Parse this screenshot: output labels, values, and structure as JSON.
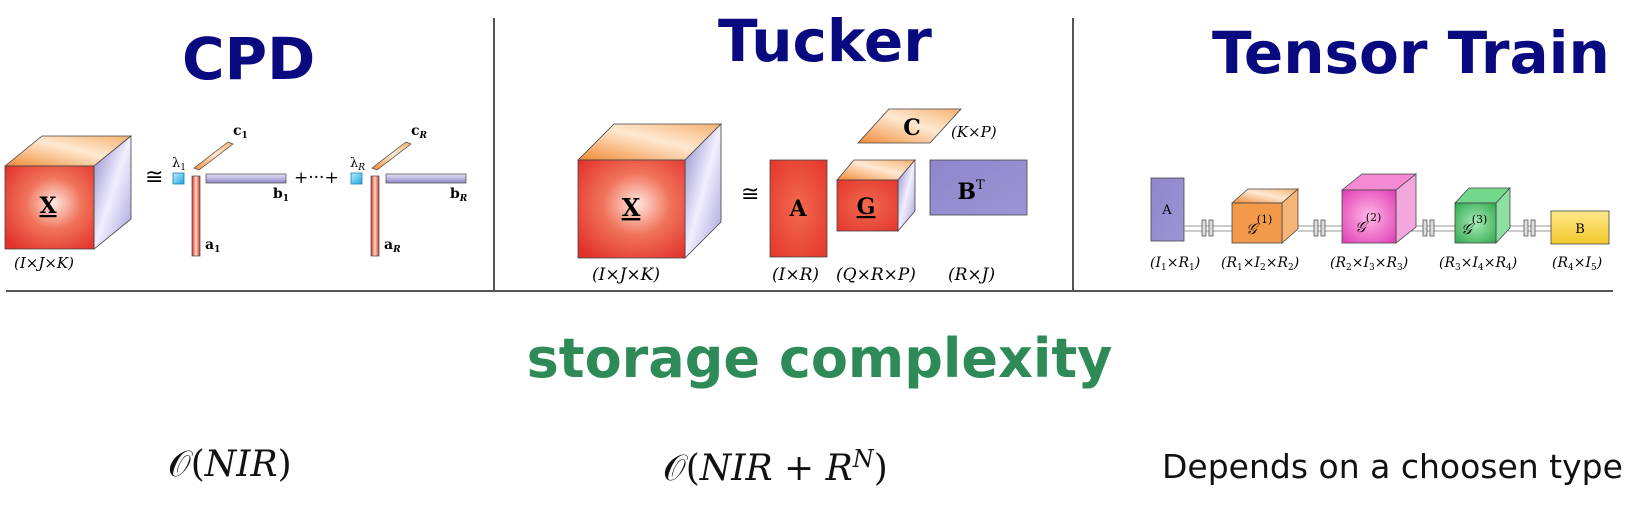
{
  "titles": {
    "cpd": "CPD",
    "tucker": "Tucker",
    "tensor_train": "Tensor Train"
  },
  "cpd_diagram": {
    "tensor_label": "X",
    "tensor_dims": "(I×J×K)",
    "approx_symbol": "≅",
    "plus_dots": "+···+",
    "term1": {
      "lambda": "λ",
      "lambda_sub": "1",
      "a": "a",
      "a_sub": "1",
      "b": "b",
      "b_sub": "1",
      "c": "c",
      "c_sub": "1"
    },
    "termR": {
      "lambda": "λ",
      "lambda_sub": "R",
      "a": "a",
      "a_sub": "R",
      "b": "b",
      "b_sub": "R",
      "c": "c",
      "c_sub": "R"
    }
  },
  "tucker_diagram": {
    "tensor_label": "X",
    "tensor_dims": "(I×J×K)",
    "approx_symbol": "≅",
    "A_label": "A",
    "A_dims": "(I×R)",
    "G_label": "G",
    "G_dims": "(Q×R×P)",
    "C_label": "C",
    "C_dims": "(K×P)",
    "B_label": "B",
    "B_sup": "T",
    "B_dims": "(R×J)"
  },
  "tt_diagram": {
    "A_label": "A",
    "A_dims": "(I1×R1)",
    "G1_label": "G(1)",
    "G1_dims": "(R1×I2×R2)",
    "G2_label": "G(2)",
    "G2_dims": "(R2×I3×R3)",
    "G3_label": "G(3)",
    "G3_dims": "(R3×I4×R4)",
    "B_label": "B",
    "B_dims": "(R4×I5)"
  },
  "section_title": "storage complexity",
  "complexity": {
    "cpd": "O(NIR)",
    "tucker": "O(NIR + R^N)",
    "tensor_train": "Depends on a choosen type"
  },
  "colors": {
    "title_blue": "#0a0a80",
    "section_green": "#2e8b57",
    "red": "#e8433a",
    "orange": "#f29a4a",
    "lavender": "#9d95cf",
    "magenta": "#e64fc0",
    "green": "#3cb85a",
    "yellow": "#f2cf3a",
    "cyan": "#34b6e8"
  },
  "tex": {
    "cal_O": "𝒪",
    "lp": "(",
    "rp": ")",
    "N": "N",
    "I": "I",
    "R": "R",
    "plus": " + ",
    "exp_N": "N",
    "sub_1": "1",
    "sub_2": "2",
    "sub_3": "3",
    "sub_4": "4",
    "sub_5": "5",
    "times": "×",
    "I_sym": "I",
    "R_sym": "R",
    "G_cal": "𝒢",
    "sup1": "(1)",
    "sup2": "(2)",
    "sup3": "(3)"
  }
}
